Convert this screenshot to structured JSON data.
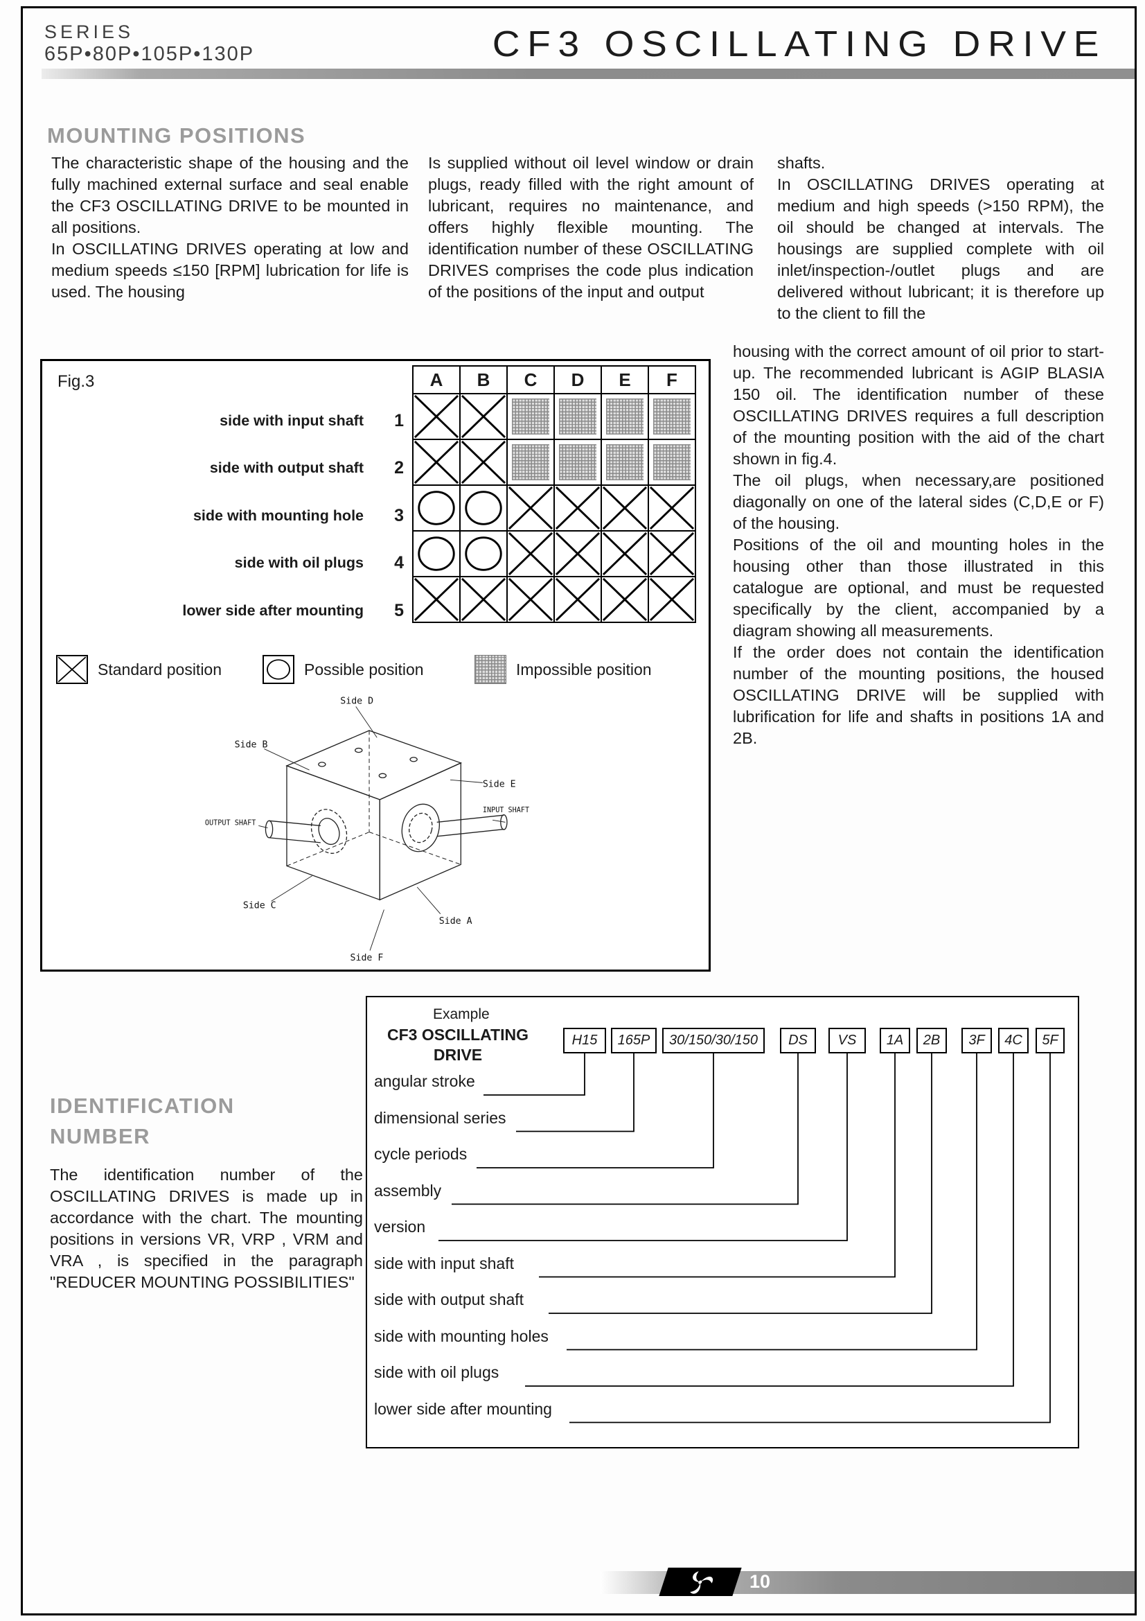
{
  "page": {
    "series_label": "SERIES",
    "series_value": "65P•80P•105P•130P",
    "title": "CF3 OSCILLATING DRIVE",
    "page_number": "10"
  },
  "mounting": {
    "heading": "MOUNTING POSITIONS",
    "col1": "The characteristic shape of the housing and the fully machined external surface and seal enable the CF3 OSCILLATING DRIVE to be mounted in all positions.\nIn OSCILLATING DRIVES operating at low and medium speeds ≤150 [RPM] lubrication for life is used. The housing",
    "col2": "Is supplied without oil level window or drain plugs, ready filled with the right amount of lubricant, requires no maintenance, and offers highly flexible mounting. The identification number of these OSCILLATING DRIVES comprises the code plus indication of the positions of the input and output",
    "col3": "shafts.\nIn OSCILLATING DRIVES operating at medium and high speeds (>150 RPM), the oil should be changed at intervals. The housings are supplied complete with oil inlet/inspection-/outlet plugs and are delivered without lubricant; it is therefore up to the client to fill the",
    "col4": "housing with the correct amount of oil prior to start-up. The recommended lubricant is AGIP BLASIA 150 oil. The identification number of these OSCILLATING DRIVES requires a full description of the mounting position with the aid of the chart shown in fig.4.\nThe oil plugs, when necessary,are positioned diagonally on one of the lateral sides (C,D,E or F) of the housing.\nPositions of the oil and mounting holes in the housing other than those illustrated in this catalogue are optional, and must be requested specifically by the client, accompanied by a diagram showing all measurements.\nIf the order does not contain the identification number of the mounting positions, the housed OSCILLATING DRIVE will be supplied with lubrification for life and shafts in positions 1A and 2B."
  },
  "fig3": {
    "label": "Fig.3",
    "columns": [
      "A",
      "B",
      "C",
      "D",
      "E",
      "F"
    ],
    "rows": [
      {
        "num": "1",
        "label": "side with input shaft",
        "cells": [
          "standard",
          "standard",
          "impossible",
          "impossible",
          "impossible",
          "impossible"
        ]
      },
      {
        "num": "2",
        "label": "side with output shaft",
        "cells": [
          "standard",
          "standard",
          "impossible",
          "impossible",
          "impossible",
          "impossible"
        ]
      },
      {
        "num": "3",
        "label": "side with mounting hole",
        "cells": [
          "possible",
          "possible",
          "standard",
          "standard",
          "standard",
          "standard"
        ]
      },
      {
        "num": "4",
        "label": "side with oil plugs",
        "cells": [
          "possible",
          "possible",
          "standard",
          "standard",
          "standard",
          "standard"
        ]
      },
      {
        "num": "5",
        "label": "lower side after mounting",
        "cells": [
          "standard",
          "standard",
          "standard",
          "standard",
          "standard",
          "standard"
        ]
      }
    ],
    "legend": {
      "standard": "Standard position",
      "possible": "Possible position",
      "impossible": "Impossible position"
    },
    "diagram": {
      "side_a": "Side A",
      "side_b": "Side B",
      "side_c": "Side C",
      "side_d": "Side D",
      "side_e": "Side E",
      "side_f": "Side F",
      "output_shaft": "OUTPUT SHAFT",
      "input_shaft": "INPUT SHAFT"
    }
  },
  "identification": {
    "heading": "IDENTIFICATION NUMBER",
    "body": "The identification number of the OSCILLATING DRIVES is made up in accordance with the chart. The mounting positions in versions VR, VRP , VRM and VRA , is specified in the paragraph \"REDUCER MOUNTING POSSIBILITIES\"",
    "example": {
      "label": "Example",
      "product": "CF3 OSCILLATING DRIVE",
      "codes": [
        "H15",
        "165P",
        "30/150/30/150",
        "DS",
        "VS",
        "1A",
        "2B",
        "3F",
        "4C",
        "5F"
      ],
      "fields": [
        "angular stroke",
        "dimensional series",
        "cycle periods",
        "assembly",
        "version",
        "side with input shaft",
        "side with output shaft",
        "side with mounting holes",
        "side with oil plugs",
        "lower side after mounting"
      ]
    }
  },
  "colors": {
    "heading_gray": "#9b9b9b",
    "bar_gray": "#8c8c8c",
    "ink": "#1a1a1a"
  }
}
